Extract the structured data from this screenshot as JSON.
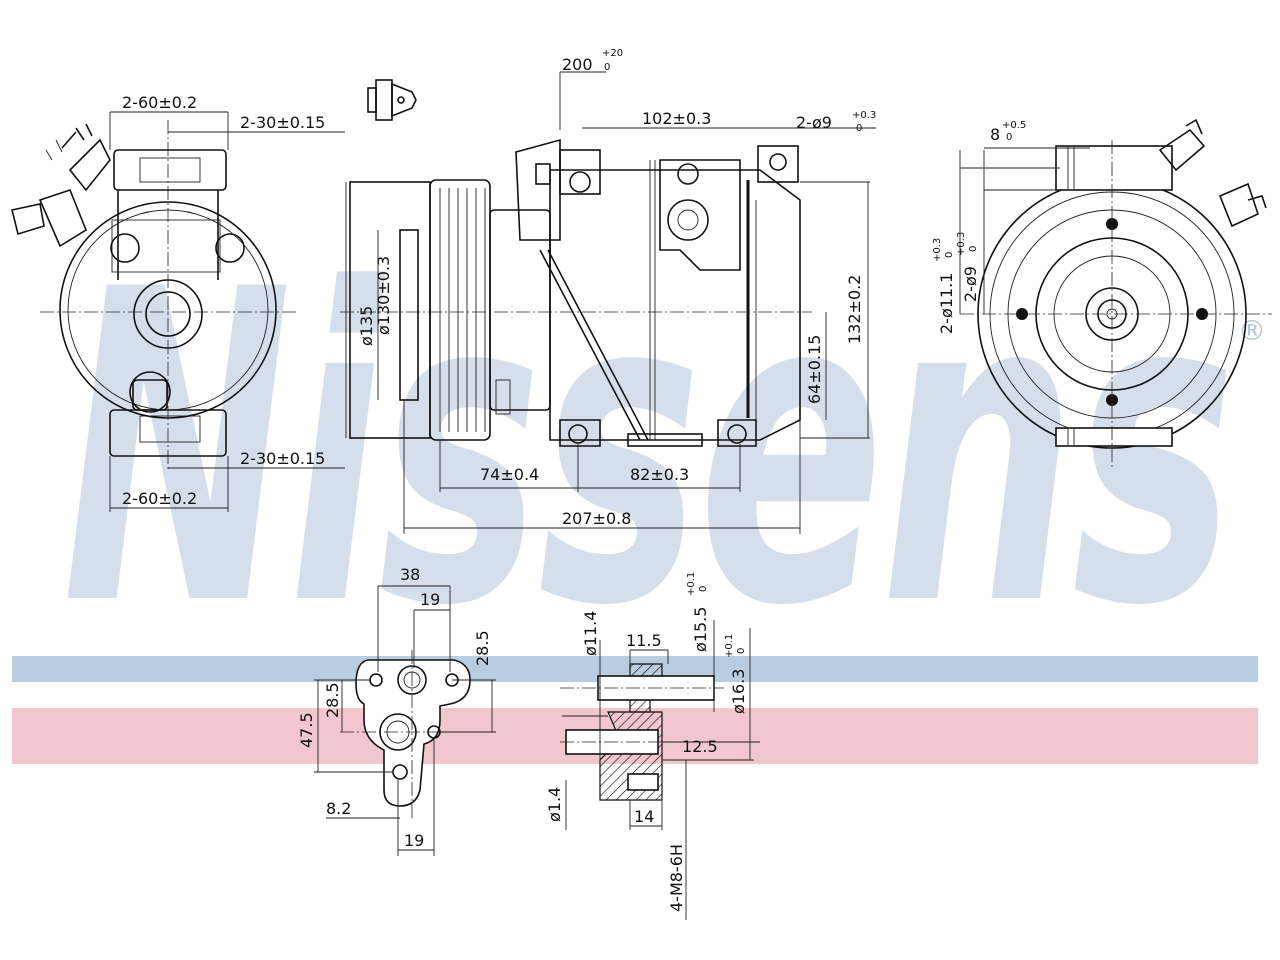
{
  "brand": {
    "watermark": "Nissens",
    "registered_mark": "®",
    "colors": {
      "blue_band": "#b9cde0",
      "red_band": "#f2c6cf",
      "watermark": "#b4c6dc",
      "line": "#111111"
    }
  },
  "front_view": {
    "dim_mount_width_top": "2-60±0.2",
    "dim_mount_width_bottom": "2-60±0.2",
    "dim_hole_top": "2-30±0.15",
    "dim_hole_bottom": "2-30±0.15"
  },
  "side_view": {
    "dim_connector_base": "200",
    "dim_connector_tol_upper": "+20",
    "dim_connector_tol_lower": "0",
    "dim_mount_spacing": "102±0.3",
    "dim_holes_base": "2-ø9",
    "dim_holes_tol_upper": "+0.3",
    "dim_holes_tol_lower": "0",
    "dim_pulley_dia": "ø135",
    "dim_body_dia": "ø130±0.3",
    "dim_height": "132±0.2",
    "dim_center_height": "64±0.15",
    "dim_pulley_offset": "74±0.4",
    "dim_hole_spacing": "82±0.3",
    "dim_total_length": "207±0.8"
  },
  "rear_view": {
    "dim_width_base": "8",
    "dim_width_tol_upper": "+0.5",
    "dim_width_tol_lower": "0",
    "dim_holes_outer_base": "2-ø11.1",
    "dim_holes_outer_tol_upper": "+0.3",
    "dim_holes_outer_tol_lower": "0",
    "dim_holes_inner_base": "2-ø9",
    "dim_holes_inner_tol_upper": "+0.3",
    "dim_holes_inner_tol_lower": "0"
  },
  "flange_detail": {
    "dim_38": "38",
    "dim_19_top": "19",
    "dim_28_5_right": "28.5",
    "dim_28_5_left": "28.5",
    "dim_47_5": "47.5",
    "dim_8_2": "8.2",
    "dim_19_bottom": "19"
  },
  "section_detail": {
    "dim_11_4": "ø11.4",
    "dim_11_5": "11.5",
    "dim_15_5_base": "ø15.5",
    "dim_15_5_tol_upper": "+0.1",
    "dim_15_5_tol_lower": "0",
    "dim_16_3_base": "ø16.3",
    "dim_16_3_tol_upper": "+0.1",
    "dim_16_3_tol_lower": "0",
    "dim_12_5": "12.5",
    "dim_1_4": "ø1.4",
    "dim_14": "14",
    "thread": "4-M8-6H"
  }
}
